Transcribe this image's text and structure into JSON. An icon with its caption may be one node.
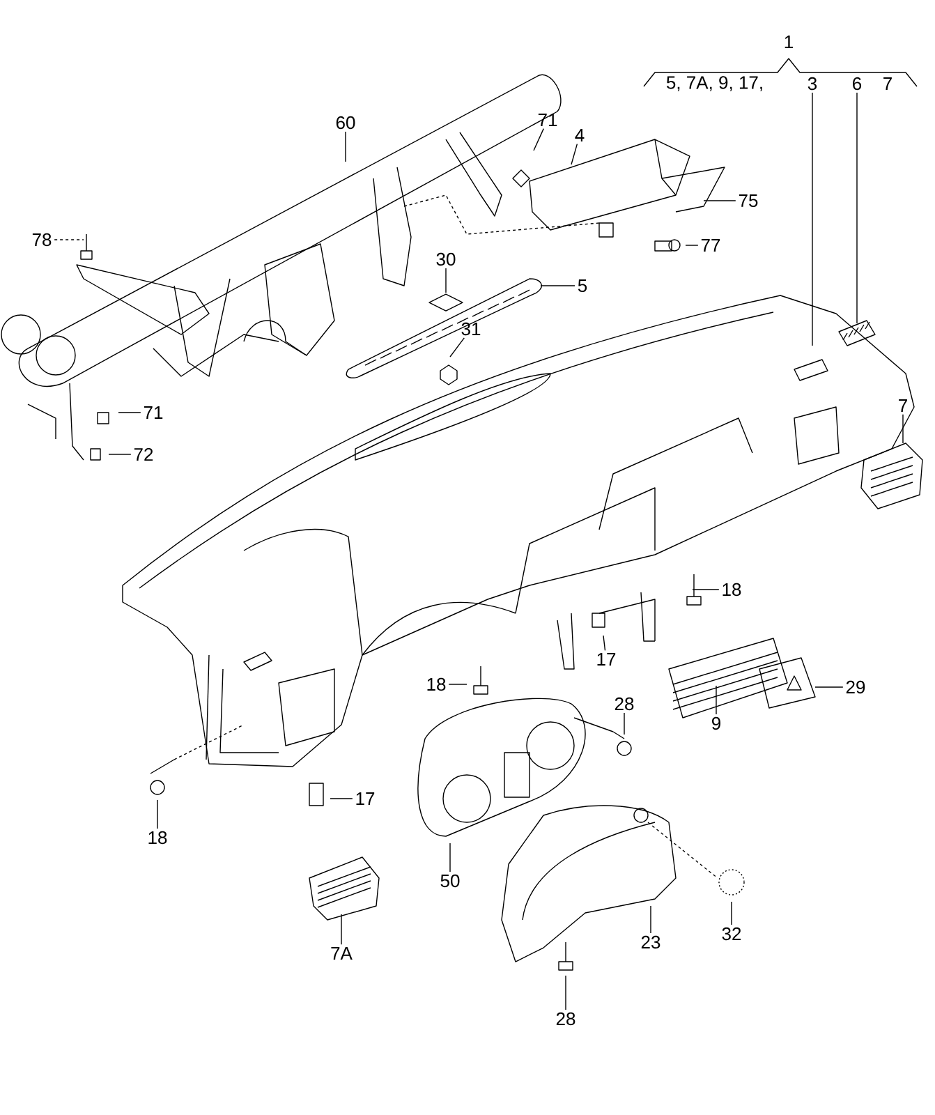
{
  "diagram": {
    "nodes": [
      {
        "text": [
          "3"
        ]
      },
      {
        "text": [
          "6"
        ]
      },
      {
        "text": [
          "60"
        ]
      },
      {
        "text": [
          "71"
        ]
      },
      {
        "text": [
          "4"
        ]
      },
      {
        "text": [
          "75"
        ]
      },
      {
        "text": [
          "78"
        ]
      },
      {
        "text": [
          "77"
        ]
      },
      {
        "text": [
          "30"
        ]
      },
      {
        "text": [
          "5"
        ]
      },
      {
        "text": [
          "31"
        ]
      },
      {
        "text": [
          "7"
        ]
      },
      {
        "text": [
          "71"
        ]
      },
      {
        "text": [
          "72"
        ]
      },
      {
        "text": [
          "18"
        ]
      },
      {
        "text": [
          "17"
        ]
      },
      {
        "text": [
          "18"
        ]
      },
      {
        "text": [
          "29"
        ]
      },
      {
        "text": [
          "9"
        ]
      },
      {
        "text": [
          "28"
        ]
      },
      {
        "text": [
          "18"
        ]
      },
      {
        "text": [
          "17"
        ]
      },
      {
        "text": [
          "50"
        ]
      },
      {
        "text": [
          "32"
        ]
      },
      {
        "text": [
          "23"
        ]
      },
      {
        "text": [
          "7A"
        ]
      },
      {
        "text": [
          "28"
        ]
      }
    ],
    "edges": [
      {
        "from": 0,
        "to": null,
        "arrow": "none"
      },
      {
        "from": 1,
        "to": null,
        "arrow": "none"
      },
      {
        "from": 2,
        "to": null,
        "arrow": "none"
      },
      {
        "from": 3,
        "to": null,
        "arrow": "none"
      },
      {
        "from": 4,
        "to": null,
        "arrow": "none"
      },
      {
        "from": 5,
        "to": null,
        "arrow": "none"
      },
      {
        "from": 6,
        "to": null,
        "arrow": "none",
        "style": "dashed"
      },
      {
        "from": 7,
        "to": null,
        "arrow": "none"
      },
      {
        "from": 8,
        "to": null,
        "arrow": "none"
      },
      {
        "from": 9,
        "to": null,
        "arrow": "none"
      },
      {
        "from": 10,
        "to": null,
        "arrow": "none"
      },
      {
        "from": 11,
        "to": null,
        "arrow": "none"
      },
      {
        "from": 12,
        "to": null,
        "arrow": "none"
      },
      {
        "from": 13,
        "to": null,
        "arrow": "none"
      },
      {
        "from": 14,
        "to": null,
        "arrow": "none"
      },
      {
        "from": 15,
        "to": null,
        "arrow": "none"
      },
      {
        "from": 16,
        "to": null,
        "arrow": "none"
      },
      {
        "from": 17,
        "to": null,
        "arrow": "none"
      },
      {
        "from": 18,
        "to": null,
        "arrow": "none"
      },
      {
        "from": 19,
        "to": null,
        "arrow": "none"
      },
      {
        "from": 20,
        "to": null,
        "arrow": "none"
      },
      {
        "from": 21,
        "to": null,
        "arrow": "none"
      },
      {
        "from": 22,
        "to": null,
        "arrow": "none"
      },
      {
        "from": 23,
        "to": null,
        "arrow": "none"
      },
      {
        "from": 24,
        "to": null,
        "arrow": "none"
      },
      {
        "from": 25,
        "to": null,
        "arrow": "none"
      },
      {
        "from": 26,
        "to": null,
        "arrow": "none"
      }
    ],
    "labels": [
      "1",
      "5, 7A, 9, 17,",
      "7"
    ]
  }
}
